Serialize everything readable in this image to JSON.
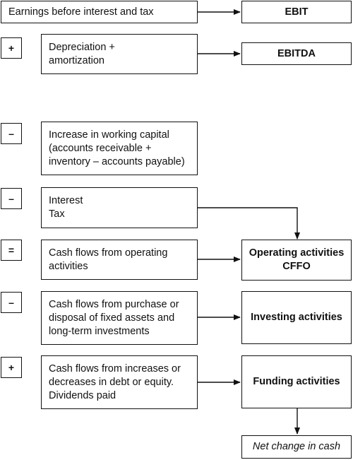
{
  "rows": [
    {
      "id": "ebit",
      "sign": "",
      "lines": [
        "Earnings before interest and tax"
      ],
      "result": [
        "EBIT"
      ]
    },
    {
      "id": "ebitda",
      "sign": "+",
      "lines": [
        "Depreciation +",
        "amortization"
      ],
      "result": [
        "EBITDA"
      ]
    },
    {
      "id": "working-capital",
      "sign": "–",
      "lines": [
        "Increase in working capital",
        "(accounts receivable +",
        "inventory – accounts payable)"
      ]
    },
    {
      "id": "interest-tax",
      "sign": "–",
      "lines": [
        "Interest",
        "Tax"
      ]
    },
    {
      "id": "operating",
      "sign": "=",
      "lines": [
        "Cash flows from operating",
        "activities"
      ],
      "result": [
        "Operating activities",
        "CFFO"
      ]
    },
    {
      "id": "investing",
      "sign": "–",
      "lines": [
        "Cash flows from purchase or",
        "disposal of fixed assets and",
        "long-term investments"
      ],
      "result": [
        "Investing activities"
      ]
    },
    {
      "id": "funding",
      "sign": "+",
      "lines": [
        "Cash flows from increases or",
        "decreases in debt or equity.",
        "Dividends paid"
      ],
      "result": [
        "Funding activities"
      ]
    }
  ],
  "final": {
    "label": "Net change in cash"
  }
}
